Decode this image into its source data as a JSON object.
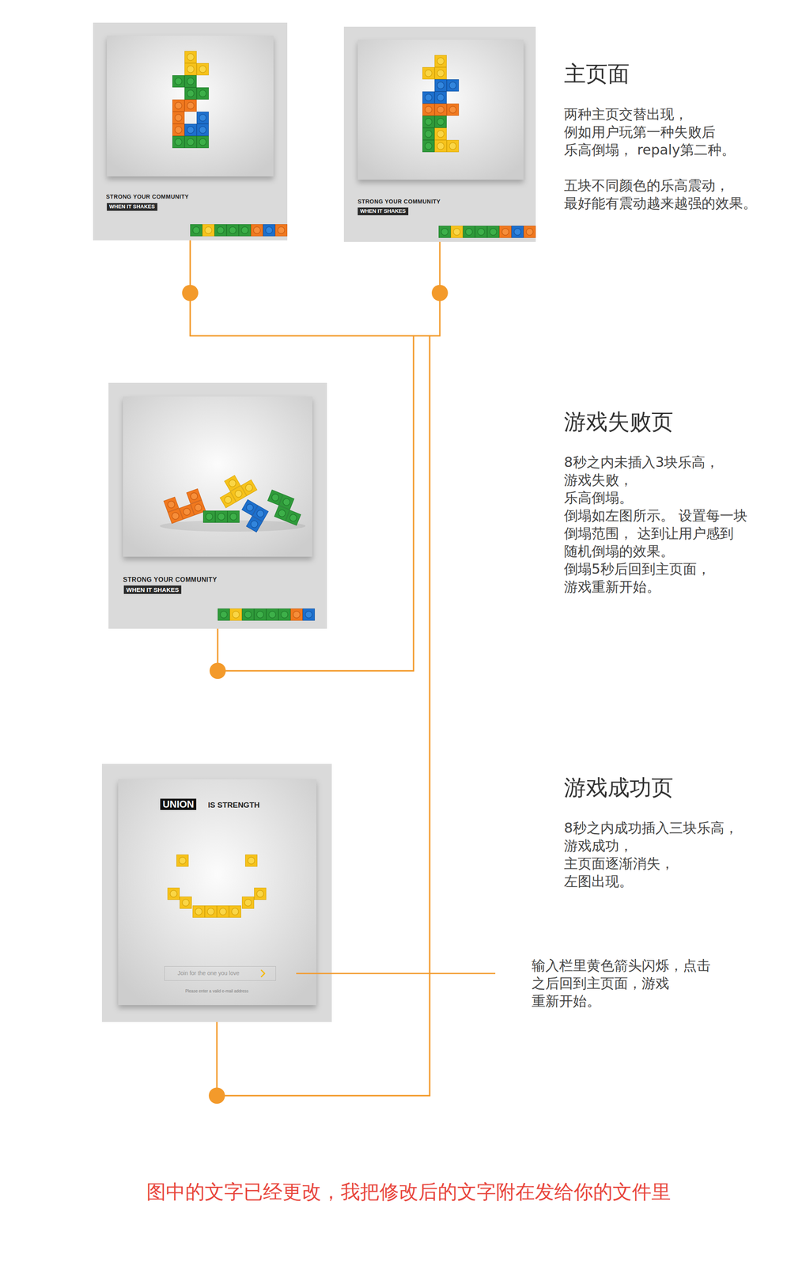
{
  "diagram": {
    "nodes": [
      {
        "text": [
          "STRONG YOUR COMMUNITY",
          "WHEN IT SHAKES"
        ]
      },
      {
        "text": [
          "STRONG YOUR COMMUNITY",
          "WHEN IT SHAKES"
        ]
      },
      {
        "text": [
          "STRONG YOUR COMMUNITY",
          "WHEN IT SHAKES"
        ]
      },
      {
        "text": [
          "UNION",
          "IS STRENGTH",
          "Please enter a valid e-mail address"
        ]
      },
      {
        "text": [
          "Join for the one you love"
        ],
        "in": 3
      }
    ],
    "edges": [
      {
        "from": 0,
        "to": 2,
        "arrow": "none"
      },
      {
        "from": 0,
        "to": 3,
        "arrow": "none"
      },
      {
        "from": 1,
        "to": 2,
        "arrow": "none"
      },
      {
        "from": 1,
        "to": 3,
        "arrow": "none"
      }
    ],
    "labels": [
      "主页面",
      "两种主页交替出现， 例如用户玩第一种失败后 乐高倒塌， repaly第二种。",
      "五块不同颜色的乐高震动， 最好能有震动越来越强的效果。",
      "游戏失败页",
      "8秒之内未插入3块乐高， 游戏失败， 乐高倒塌。 倒塌如左图所示。 设置每一块 倒塌范围， 达到让用户感到 随机倒塌的效果。 倒塌5秒后回到主页面， 游戏重新开始。",
      "游戏成功页",
      "8秒之内成功插入三块乐高， 游戏成功， 主页面逐渐消失， 左图出现。",
      "输入栏里黄色箭头闪烁，点击 之后回到主页面，游戏 重新开始。",
      "图中的文字已经更改，我把修改后的文字附在发给你的文件里"
    ]
  }
}
